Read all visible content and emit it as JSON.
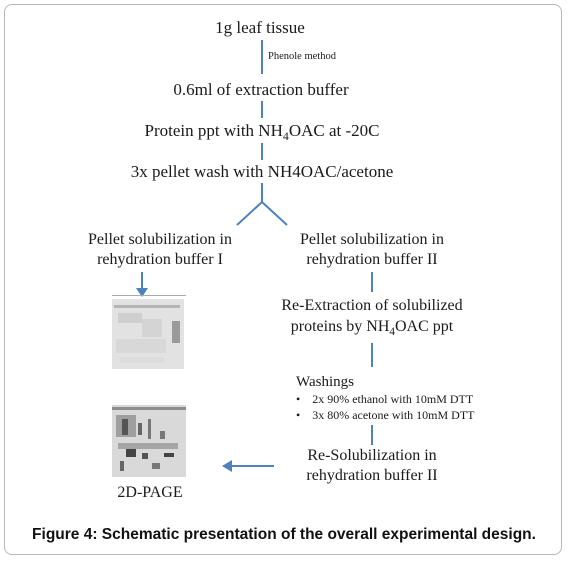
{
  "steps": {
    "s1": "1g leaf tissue",
    "method": "Phenole method",
    "s2": "0.6ml of extraction buffer",
    "s3_pre": "Protein ppt with NH",
    "s3_sub": "4",
    "s3_post": "OAC at -20C",
    "s4": "3x pellet wash with NH4OAC/acetone"
  },
  "branch_left": {
    "line1": "Pellet solubilization in",
    "line2": "rehydration buffer I"
  },
  "branch_right": {
    "line1": "Pellet solubilization in",
    "line2": "rehydration buffer II",
    "reext1": "Re-Extraction of solubilized",
    "reext2_pre": "proteins by NH",
    "reext2_sub": "4",
    "reext2_post": "OAC ppt",
    "washings": "Washings",
    "wash_items": [
      "2x 90% ethanol with 10mM DTT",
      "3x 80% acetone with 10mM DTT"
    ],
    "resol1": "Re-Solubilization in",
    "resol2": "rehydration buffer II"
  },
  "result_label": "2D-PAGE",
  "caption": "Figure 4: Schematic presentation of the overall experimental design.",
  "colors": {
    "connector": "#4f81bd"
  }
}
